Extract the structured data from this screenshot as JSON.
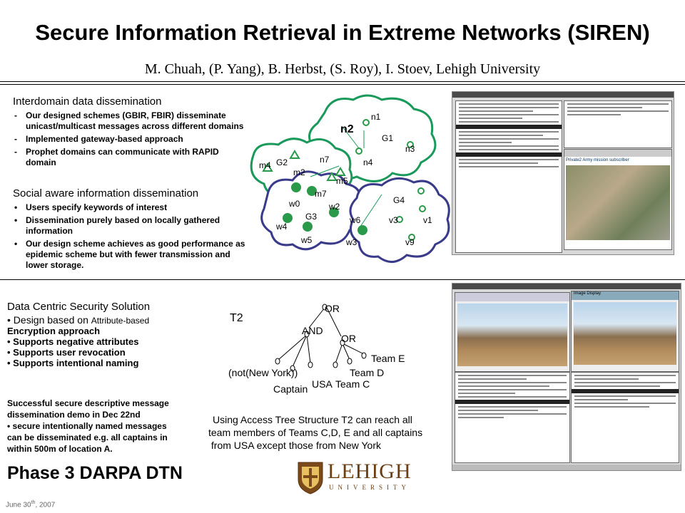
{
  "title": "Secure Information Retrieval in Extreme Networks (SIREN)",
  "authors": "M. Chuah, (P. Yang), B. Herbst, (S. Roy), I. Stoev, Lehigh University",
  "interdomain": {
    "heading": "Interdomain data dissemination",
    "points": [
      "Our designed schemes (GBIR, FBIR) disseminate unicast/multicast messages across different domains",
      "Implemented  gateway-based approach",
      "Prophet domains can communicate with RAPID domain"
    ]
  },
  "social": {
    "heading": "Social aware information dissemination",
    "points": [
      "Users specify keywords of interest",
      "Dissemination purely based on locally gathered information",
      "Our design scheme achieves as good performance as epidemic scheme but with fewer transmission and lower storage."
    ]
  },
  "network": {
    "labels": [
      "n1",
      "n2",
      "G1",
      "n3",
      "n4",
      "n7",
      "m4",
      "G2",
      "m2",
      "m5",
      "m7",
      "w0",
      "G3",
      "w2",
      "w4",
      "w5",
      "w6",
      "w3",
      "G4",
      "v3",
      "v1",
      "v9"
    ]
  },
  "security": {
    "heading": "Data Centric Security Solution",
    "design_prefix": "Design based on ",
    "design_suffix": "Attribute-based",
    "design_line2": "Encryption approach",
    "points": [
      "Supports negative attributes",
      "Supports user revocation",
      "Supports intentional naming"
    ]
  },
  "demo": {
    "line1": "Successful  secure descriptive message",
    "line2": "dissemination demo  in Dec 22nd",
    "bullet": "secure intentionally named messages",
    "line4": "can be disseminated e.g.  all captains in",
    "line5": "within 500m of location A."
  },
  "tree": {
    "name": "T2",
    "root": "OR",
    "and": "AND",
    "or2": "OR",
    "leaves": [
      "(not(New York))",
      "Captain",
      "USA",
      "Team C",
      "Team D",
      "Team E"
    ]
  },
  "caption": {
    "line1": "Using Access Tree Structure T2 can reach all",
    "line2": "team members  of Teams C,D, E  and all captains",
    "line3": " from USA except those from New York"
  },
  "phase": "Phase 3 DARPA DTN",
  "logo": {
    "name": "LEHIGH",
    "sub": "UNIVERSITY"
  },
  "date": {
    "main": "June 30",
    "sup": "th",
    "year": ", 2007"
  },
  "screens": {
    "top_right_label": "Private2  Army mission subscriber",
    "bottom_right_label": "Image Display"
  },
  "colors": {
    "cloud": "#1a9a5a",
    "cloud2": "#3a3a8a",
    "node": "#2a9a4a"
  }
}
